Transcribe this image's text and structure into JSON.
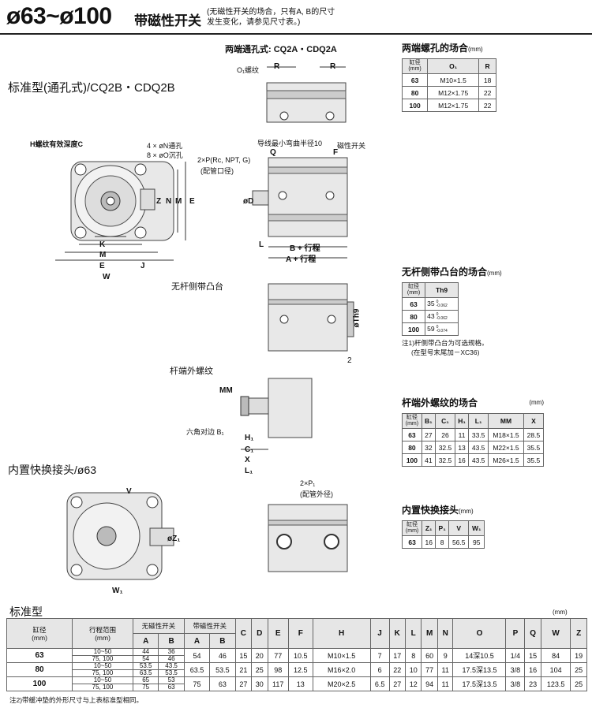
{
  "header": {
    "title": "ø63~ø100",
    "subtitle": "带磁性开关",
    "note_line1": "(无磁性开关的场合，只有A, B的尺寸",
    "note_line2": "发生变化，请参见尺寸表。)"
  },
  "sections": {
    "standard": "标准型(通孔式)/CQ2B・CDQ2B",
    "both_ends": "两端通孔式: CQ2A・CDQ2A",
    "boss": "无杆侧带凸台",
    "male_thread": "杆端外螺纹",
    "built_in": "内置快换接头/ø63",
    "std_table": "标准型"
  },
  "drawing_labels": {
    "h_thread": "H螺纹有效深度C",
    "n_hole": "4 × øN通孔",
    "o_counter": "8 × øO沉孔",
    "p_port": "2×P(Rc, NPT, G)",
    "p_port_sub": "(配管口径)",
    "wire_bend": "导线最小弯曲半径10",
    "auto_switch": "磁性开关",
    "o1_thread": "O₁螺纹",
    "hex_b1": "六角对边 B₁",
    "p1_port": "2×P₁",
    "p1_port_sub": "(配管外径)",
    "b_stroke": "B + 行程",
    "a_stroke": "A + 行程",
    "dim_Q": "Q",
    "dim_F": "F",
    "dim_R": "R",
    "dim_L": "L",
    "dim_D": "øD",
    "dim_K": "K",
    "dim_M": "M",
    "dim_E": "E",
    "dim_W": "W",
    "dim_J": "J",
    "dim_Z": "Z",
    "dim_N": "N",
    "dim_MM": "MM",
    "dim_H1": "H₁",
    "dim_C1": "C₁",
    "dim_X": "X",
    "dim_L1": "L₁",
    "dim_V": "V",
    "dim_W1": "W₁",
    "dim_Z1": "øZ₁",
    "dim_Th9": "øTh9",
    "dim_2": "2"
  },
  "tables": {
    "both_ends": {
      "title": "两端螺孔的场合",
      "unit": "(mm)",
      "headers": [
        "缸径\n(mm)",
        "O₁",
        "R"
      ],
      "rows": [
        [
          "63",
          "M10×1.5",
          "18"
        ],
        [
          "80",
          "M12×1.75",
          "22"
        ],
        [
          "100",
          "M12×1.75",
          "22"
        ]
      ]
    },
    "boss": {
      "title": "无杆侧带凸台的场合",
      "unit": "(mm)",
      "headers": [
        "缸径\n(mm)",
        "Th9"
      ],
      "rows": [
        {
          "bore": "63",
          "val": "35",
          "tol_top": "0",
          "tol_bot": "-0.062"
        },
        {
          "bore": "80",
          "val": "43",
          "tol_top": "0",
          "tol_bot": "-0.062"
        },
        {
          "bore": "100",
          "val": "59",
          "tol_top": "0",
          "tol_bot": "-0.074"
        }
      ],
      "note1": "注1)杆侧带凸台为可选规格。",
      "note2": "(在型号末尾加－XC36)"
    },
    "male": {
      "title": "杆端外螺纹的场合",
      "unit": "(mm)",
      "headers": [
        "缸径\n(mm)",
        "B₁",
        "C₁",
        "H₁",
        "L₁",
        "MM",
        "X"
      ],
      "rows": [
        [
          "63",
          "27",
          "26",
          "11",
          "33.5",
          "M18×1.5",
          "28.5"
        ],
        [
          "80",
          "32",
          "32.5",
          "13",
          "43.5",
          "M22×1.5",
          "35.5"
        ],
        [
          "100",
          "41",
          "32.5",
          "16",
          "43.5",
          "M26×1.5",
          "35.5"
        ]
      ]
    },
    "builtin": {
      "title": "内置快换接头",
      "unit": "(mm)",
      "headers": [
        "缸径\n(mm)",
        "Z₁",
        "P₁",
        "V",
        "W₁"
      ],
      "rows": [
        [
          "63",
          "16",
          "8",
          "56.5",
          "95"
        ]
      ]
    },
    "standard": {
      "unit": "(mm)",
      "h_bore": "缸径\n(mm)",
      "h_stroke": "行程范围\n(mm)",
      "h_no_switch": "无磁性开关",
      "h_switch": "带磁性开关",
      "h_A": "A",
      "h_B": "B",
      "cols": [
        "C",
        "D",
        "E",
        "F",
        "H",
        "J",
        "K",
        "L",
        "M",
        "N",
        "O",
        "P",
        "Q",
        "W",
        "Z"
      ],
      "rows": [
        {
          "bore": "63",
          "s1": "10~50",
          "s2": "75, 100",
          "a1": "44",
          "b1": "36",
          "a2": "54",
          "b2": "46",
          "A": "54",
          "B": "46",
          "vals": [
            "15",
            "20",
            "77",
            "10.5",
            "M10×1.5",
            "7",
            "17",
            "8",
            "60",
            "9",
            "14深10.5",
            "1/4",
            "15",
            "84",
            "19"
          ]
        },
        {
          "bore": "80",
          "s1": "10~50",
          "s2": "75, 100",
          "a1": "53.5",
          "b1": "43.5",
          "a2": "63.5",
          "b2": "53.5",
          "A": "63.5",
          "B": "53.5",
          "vals": [
            "21",
            "25",
            "98",
            "12.5",
            "M16×2.0",
            "6",
            "22",
            "10",
            "77",
            "11",
            "17.5深13.5",
            "3/8",
            "16",
            "104",
            "25"
          ]
        },
        {
          "bore": "100",
          "s1": "10~50",
          "s2": "75, 100",
          "a1": "65",
          "b1": "53",
          "a2": "75",
          "b2": "63",
          "A": "75",
          "B": "63",
          "vals": [
            "27",
            "30",
            "117",
            "13",
            "M20×2.5",
            "6.5",
            "27",
            "12",
            "94",
            "11",
            "17.5深13.5",
            "3/8",
            "23",
            "123.5",
            "25"
          ]
        }
      ],
      "note": "注2)带缓冲垫的外形尺寸与上表标准型相同。"
    }
  }
}
